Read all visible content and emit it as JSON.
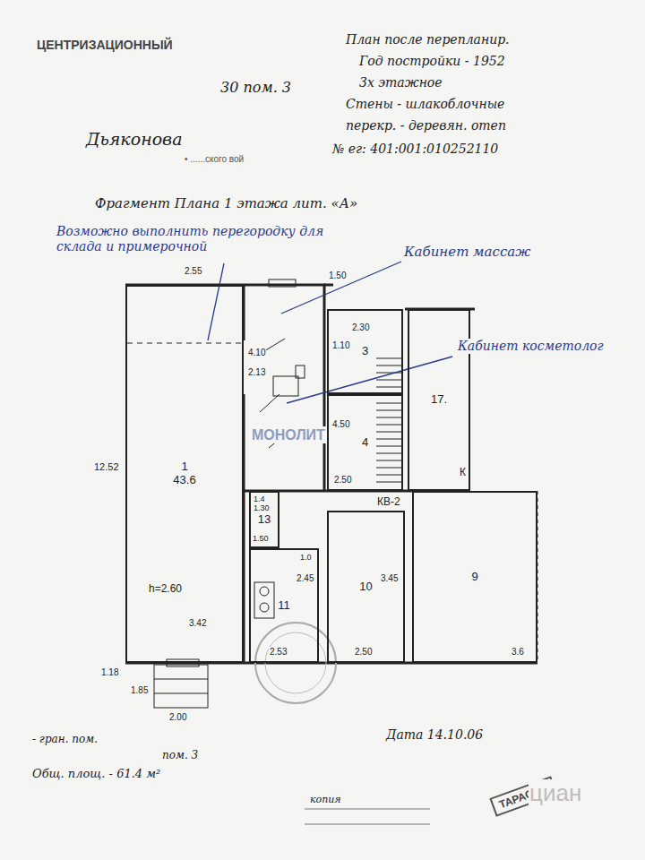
{
  "diagram": {
    "nodes": [
      {
        "text": [
          "1",
          "43.6"
        ]
      },
      {
        "text": [
          "3"
        ]
      },
      {
        "text": [
          "4"
        ]
      },
      {
        "text": [
          "17."
        ]
      },
      {
        "text": [
          "13"
        ]
      },
      {
        "text": [
          "11"
        ]
      },
      {
        "text": [
          "10"
        ]
      },
      {
        "text": [
          "9"
        ]
      }
    ],
    "labels": [
      "ЦЕНТРИЗАЦИОННЫЙ",
      "План после перепланир.",
      "Год постройки - 1952",
      "3х этажное",
      "Стены - шлакоблочные",
      "перекр. - деревян. отеп",
      "№ ег: 401:001:010252110",
      "30 пом. 3",
      "Дьяконова",
      "• ......ского вой",
      "Фрагмент Плана 1 этажа лит. «А»",
      "Возможно выполнить перегородку для склада и примерочной",
      "Кабинет массаж",
      "Кабинет косметолог",
      "2.55",
      "1.50",
      "4.10",
      "2.13",
      "1.10",
      "2.30",
      "4.50",
      "2.50",
      "К",
      "12.52",
      "1.4",
      "1.30",
      "1.50",
      "1.0",
      "2.45",
      "КВ-2",
      "3.45",
      "h=2.60",
      "3.42",
      "2.53",
      "2.50",
      "3.6",
      "1.18",
      "1.85",
      "2.00",
      "- гран. пом.",
      "пом. 3",
      "Общ. площ. - 61.4 м²",
      "Дата 14.10.06",
      "копия",
      "ТАРАСОВ",
      "МОНОЛИТ",
      "циан"
    ]
  }
}
